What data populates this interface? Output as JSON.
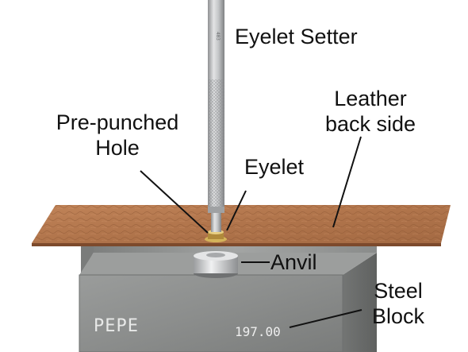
{
  "labels": {
    "eyelet_setter": "Eyelet Setter",
    "leather_line1": "Leather",
    "leather_line2": "back side",
    "prepunched_line1": "Pre-punched",
    "prepunched_line2": "Hole",
    "eyelet": "Eyelet",
    "anvil": "Anvil",
    "steel_line1": "Steel",
    "steel_line2": "Block"
  },
  "block_stamps": {
    "maker": "PEPE",
    "weight": "197.00"
  },
  "colors": {
    "leather": "#b57a52",
    "leather_dark": "#8a5533",
    "steel": "#8f918f",
    "steel_dark": "#6b6d6c",
    "setter": "#b4b6b8",
    "anvil": "#d9dadb"
  }
}
